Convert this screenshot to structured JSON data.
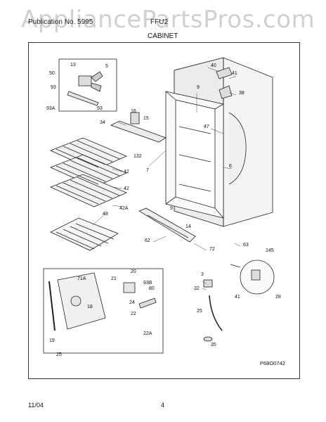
{
  "header": {
    "watermark": "AppliancePartsPros.com",
    "model_label": "Publication No. 5995",
    "model_code": "FFU2",
    "section_title": "CABINET"
  },
  "diagram_code": "P68O0742",
  "footer": {
    "date": "11/04",
    "page": "4"
  },
  "callouts": [
    "40",
    "41",
    "9",
    "38",
    "47",
    "6",
    "13",
    "5",
    "50",
    "93",
    "93A",
    "93",
    "16",
    "15",
    "34",
    "132",
    "7",
    "42",
    "42",
    "42A",
    "48",
    "9",
    "14",
    "62",
    "72",
    "63",
    "145",
    "3",
    "32",
    "28",
    "41",
    "25",
    "35",
    "71A",
    "20",
    "21",
    "93B",
    "80",
    "24",
    "22",
    "22A",
    "18",
    "19",
    "25"
  ]
}
